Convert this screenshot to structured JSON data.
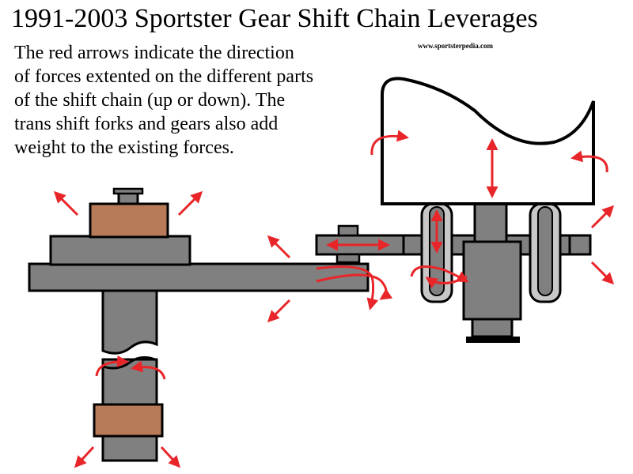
{
  "title": "1991-2003 Sportster Gear Shift Chain Leverages",
  "description": {
    "lines": [
      "The red arrows indicate the direction",
      "of forces extented on the different parts",
      "of the shift chain (up or down). The",
      "trans shift forks and gears also add",
      "weight to the existing forces."
    ]
  },
  "credit": "www.sportsterpedia.com",
  "colors": {
    "part_gray": "#808080",
    "copper": "#b87b5a",
    "fork_light": "#c8c8c8",
    "outline": "#000000",
    "force_arrow": "#e8262a",
    "background": "#ffffff"
  }
}
